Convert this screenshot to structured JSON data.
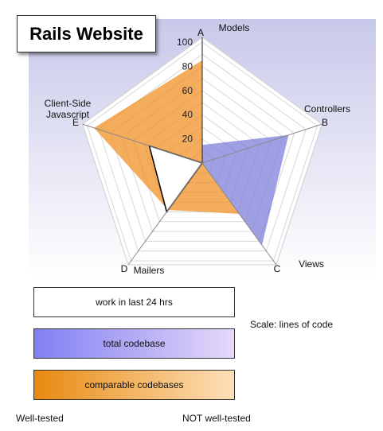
{
  "title": "Rails Website",
  "chart_data": {
    "type": "radar",
    "title": "Rails Website",
    "axes": [
      {
        "letter": "A",
        "label": "Models"
      },
      {
        "letter": "B",
        "label": "Controllers"
      },
      {
        "letter": "C",
        "label": "Views"
      },
      {
        "letter": "D",
        "label": "Mailers"
      },
      {
        "letter": "E",
        "label": "Client-Side\nJavascript"
      }
    ],
    "ticks": [
      20,
      40,
      60,
      80,
      100
    ],
    "range": [
      0,
      100
    ],
    "series": [
      {
        "name": "comparable codebases",
        "values": [
          85,
          0,
          52,
          48,
          94
        ],
        "color": "#f08c1e"
      },
      {
        "name": "total codebase",
        "values": [
          15,
          75,
          84,
          0,
          0
        ],
        "color": "#7a7ad8"
      },
      {
        "name": "work in last 24 hrs",
        "values": [
          0,
          0,
          0,
          50,
          46
        ],
        "color": "#ffffff"
      }
    ]
  },
  "legend": {
    "work": "work in last 24 hrs",
    "total": "total codebase",
    "comparable": "comparable codebases"
  },
  "notes": {
    "scale": "Scale: lines of code",
    "well_tested": "Well-tested",
    "not_well_tested": "NOT well-tested"
  }
}
